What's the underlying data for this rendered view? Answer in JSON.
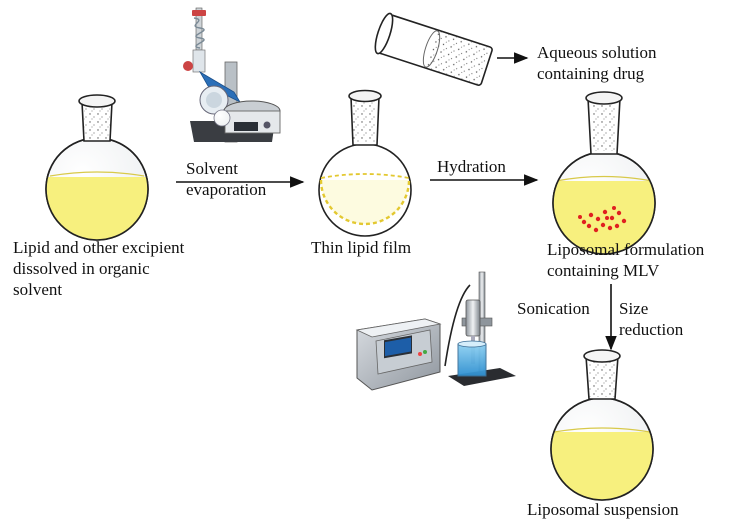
{
  "labels": {
    "lipid_dissolved": "Lipid and other excipient\ndissolved in organic\nsolvent",
    "solvent_evaporation": "Solvent\nevaporation",
    "thin_lipid_film": "Thin lipid film",
    "hydration": "Hydration",
    "aqueous_solution": "Aqueous solution\ncontaining drug",
    "liposomal_formulation": "Liposomal formulation\ncontaining MLV",
    "sonication": "Sonication",
    "size_reduction": "Size\nreduction",
    "liposomal_suspension": "Liposomal suspension"
  },
  "colors": {
    "liquid": "#f7f07e",
    "liquid_edge": "#d8c94a",
    "lipid_film": "#e3c830",
    "drug_dots": "#e02020",
    "beaker_liquid": "#59b3e6",
    "arrow": "#111111"
  },
  "icons": [
    "round-bottom-flask-icon",
    "rotary-evaporator-icon",
    "tilted-beaker-icon",
    "probe-sonicator-icon"
  ]
}
